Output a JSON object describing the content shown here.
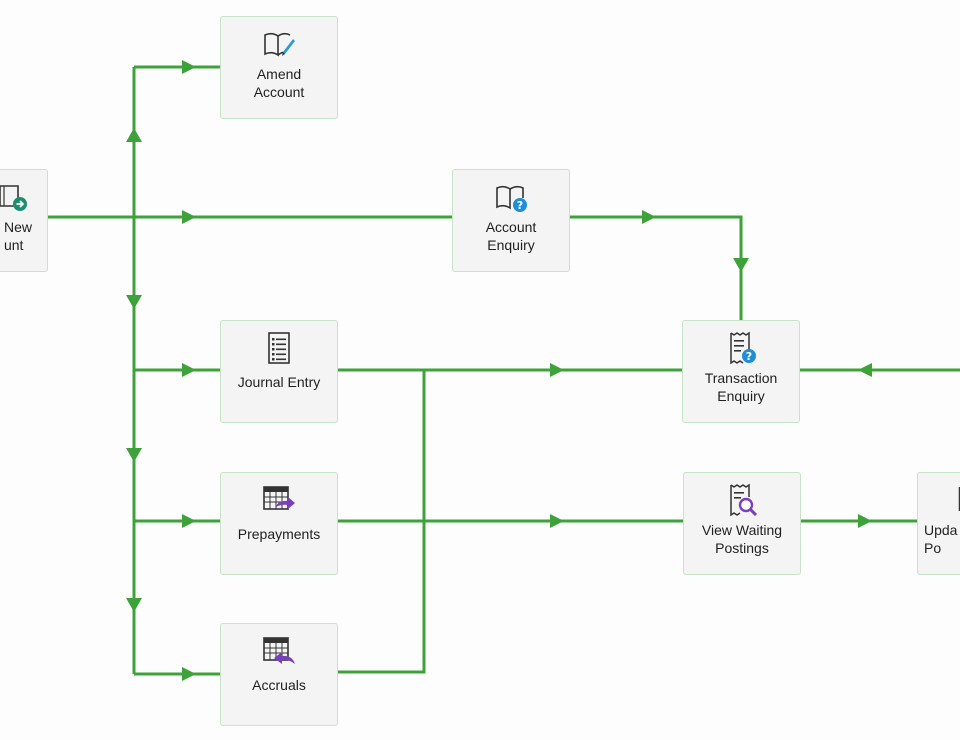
{
  "diagram": {
    "line_color": "#3ea23a",
    "nodes": {
      "new_account": {
        "label": "New\nunt",
        "icon": "new-account-icon"
      },
      "amend_account": {
        "label": "Amend\nAccount",
        "icon": "book-pencil-icon"
      },
      "account_enquiry": {
        "label": "Account\nEnquiry",
        "icon": "book-question-icon"
      },
      "journal_entry": {
        "label": "Journal Entry",
        "icon": "document-list-icon"
      },
      "transaction_enquiry": {
        "label": "Transaction\nEnquiry",
        "icon": "receipt-question-icon"
      },
      "prepayments": {
        "label": "Prepayments",
        "icon": "calendar-forward-icon"
      },
      "view_waiting_postings": {
        "label": "View Waiting\nPostings",
        "icon": "receipt-search-icon"
      },
      "update_postings": {
        "label": "Upda\nPo",
        "icon": "update-postings-icon"
      },
      "accruals": {
        "label": "Accruals",
        "icon": "calendar-back-icon"
      }
    }
  }
}
